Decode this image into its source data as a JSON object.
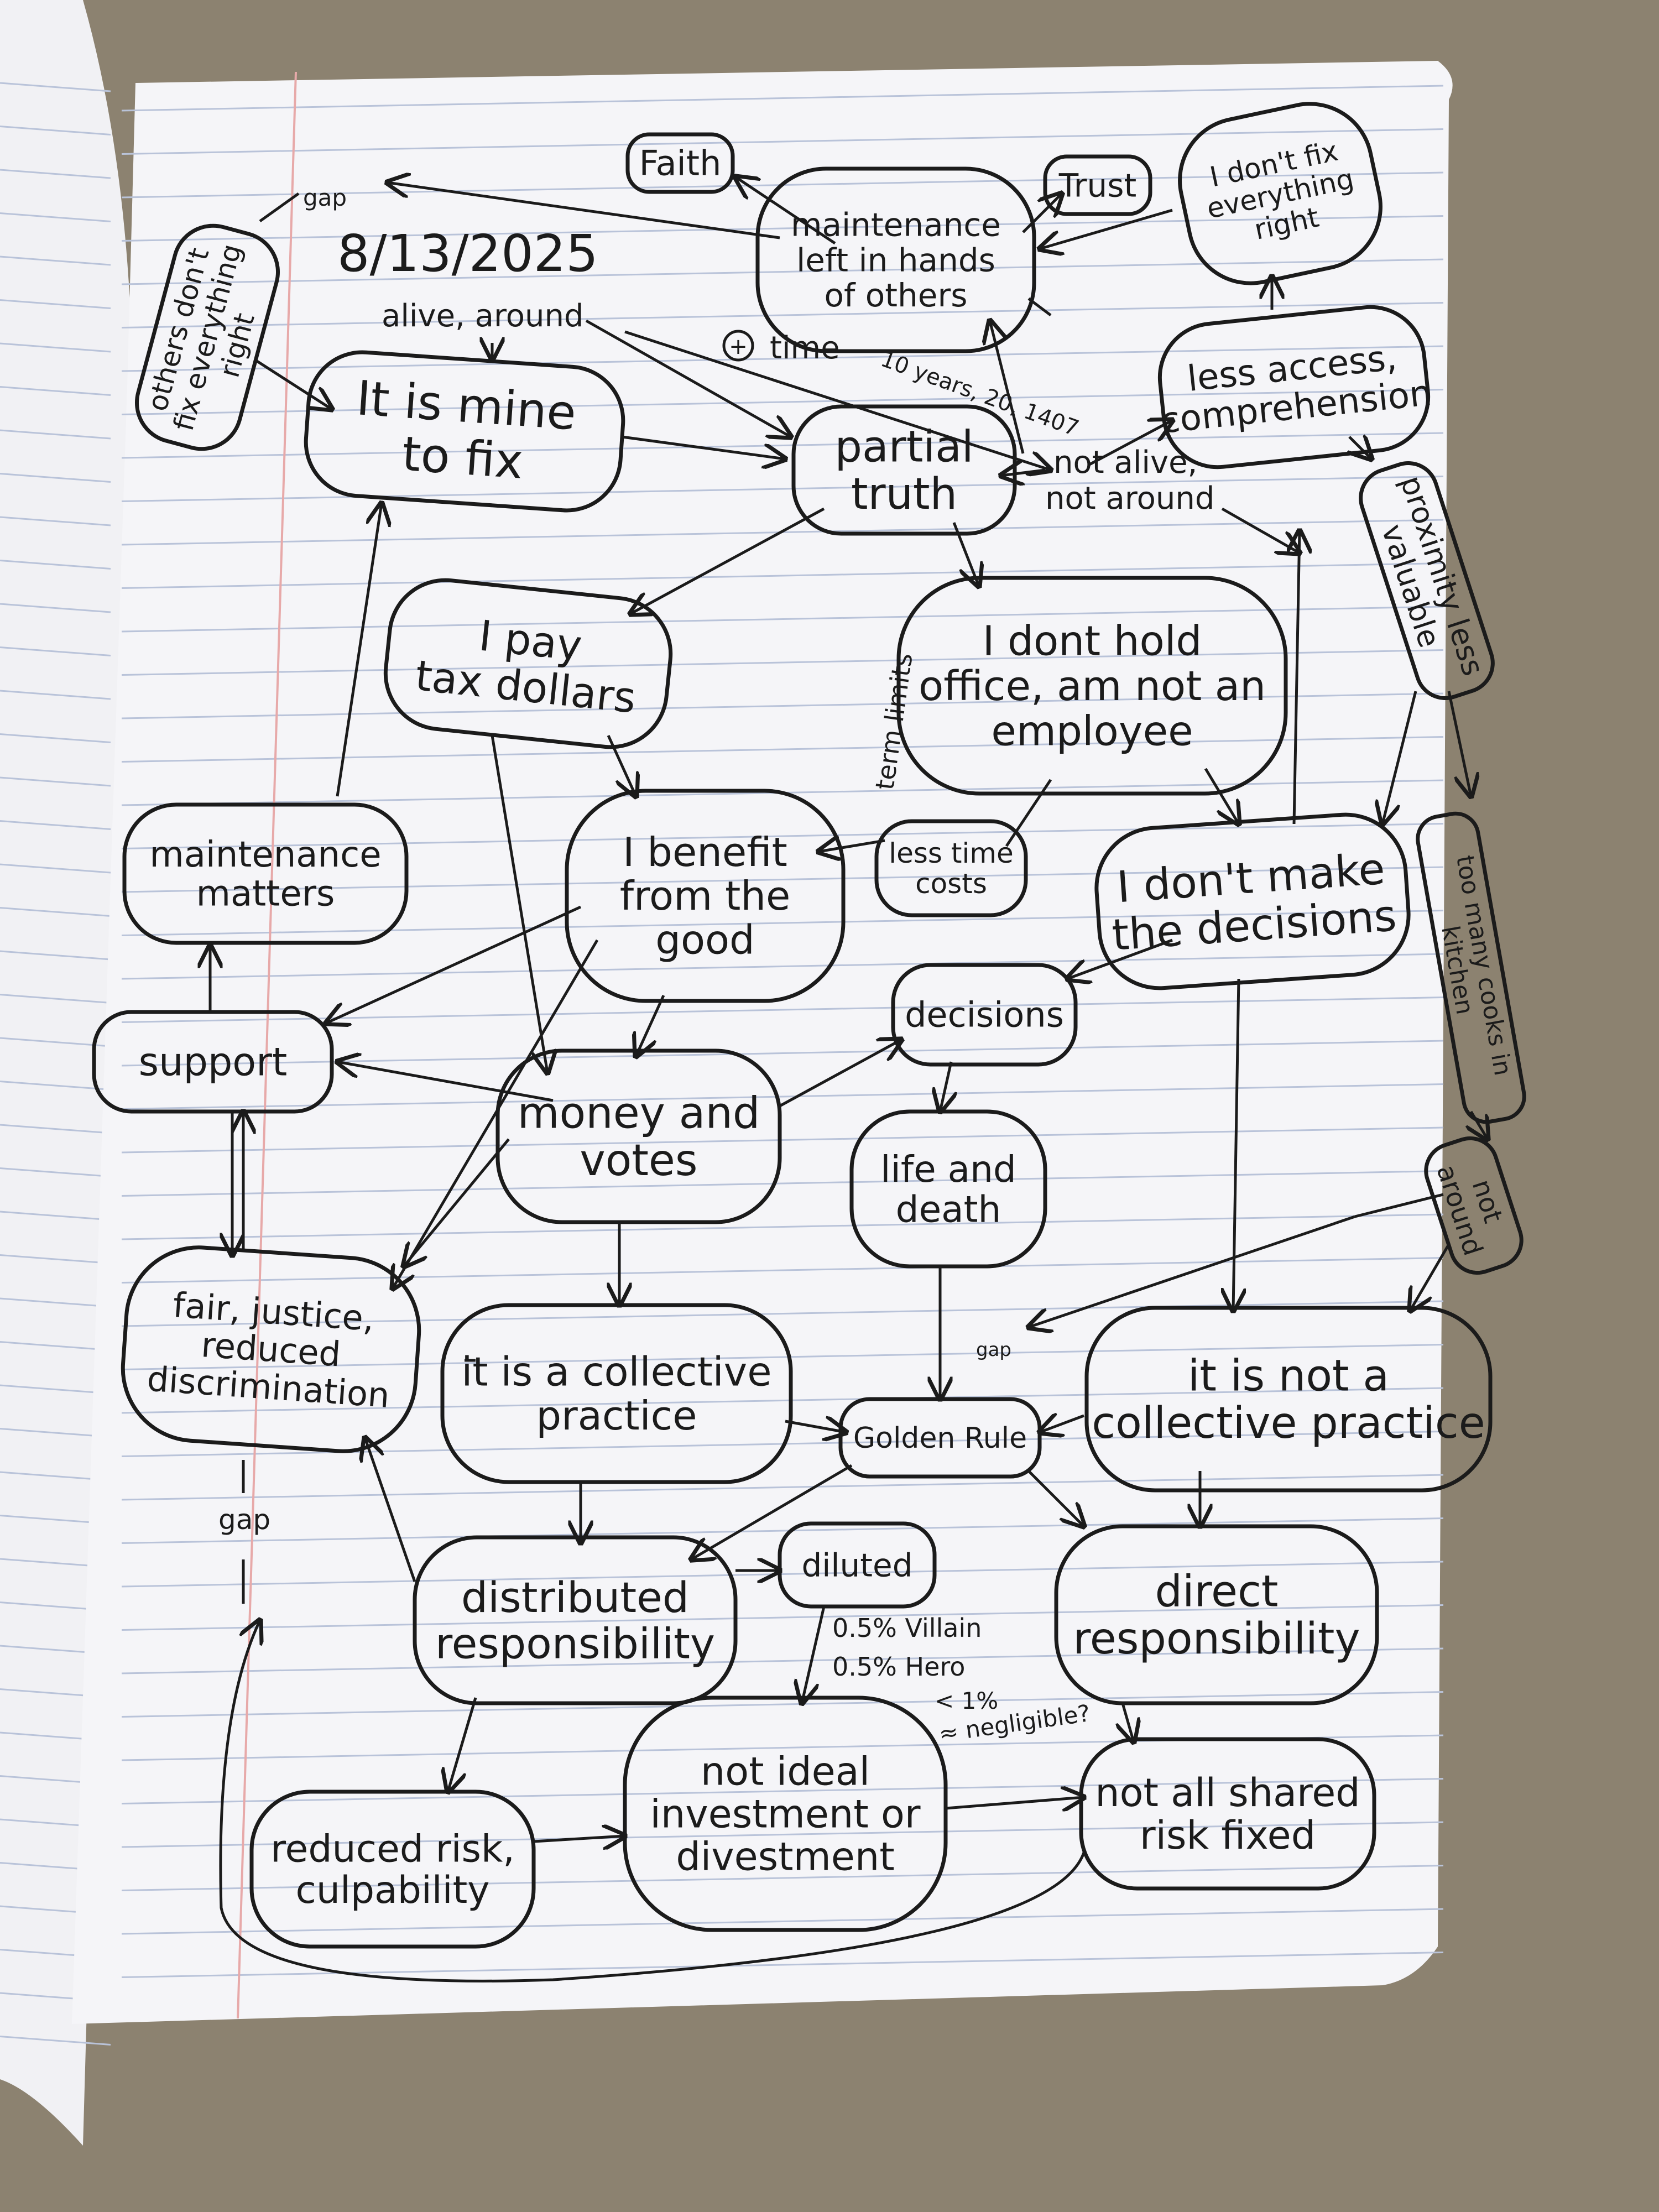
{
  "page": {
    "date": "8/13/2025"
  },
  "nodes": {
    "faith": [
      "Faith"
    ],
    "maintenance_left": [
      "maintenance",
      "left in hands",
      "of others"
    ],
    "trust": [
      "Trust"
    ],
    "i_dont_fix": [
      "I don't fix",
      "everything",
      "right"
    ],
    "others_dont_fix": [
      "others don't",
      "fix everything",
      "right"
    ],
    "mine_to_fix": [
      "It is mine",
      "to fix"
    ],
    "partial_truth": [
      "partial",
      "truth"
    ],
    "less_access": [
      "less access,",
      "comprehension"
    ],
    "proximity": [
      "proximity less",
      "valuable"
    ],
    "i_pay": [
      "I pay",
      "tax dollars"
    ],
    "i_dont_hold": [
      "I dont hold",
      "office, am not an",
      "employee"
    ],
    "maintenance_matters": [
      "maintenance",
      "matters"
    ],
    "i_benefit": [
      "I benefit",
      "from the",
      "good"
    ],
    "less_time": [
      "less time",
      "costs"
    ],
    "i_dont_make": [
      "I don't make",
      "the decisions"
    ],
    "too_many_cooks": [
      "too many cooks in",
      "kitchen"
    ],
    "support": [
      "support"
    ],
    "money_votes": [
      "money and",
      "votes"
    ],
    "decisions": [
      "decisions"
    ],
    "life_death": [
      "life and",
      "death"
    ],
    "not_around": [
      "not",
      "around"
    ],
    "fair_justice": [
      "fair, justice,",
      "reduced",
      "discrimination"
    ],
    "collective": [
      "it is a collective",
      "practice"
    ],
    "golden_rule": [
      "Golden Rule"
    ],
    "not_collective": [
      "it is not a",
      "collective practice"
    ],
    "distributed": [
      "distributed",
      "responsibility"
    ],
    "diluted": [
      "diluted"
    ],
    "direct": [
      "direct",
      "responsibility"
    ],
    "reduced_risk": [
      "reduced risk,",
      "culpability"
    ],
    "not_ideal": [
      "not ideal",
      "investment or",
      "divestment"
    ],
    "not_all_shared": [
      "not all shared",
      "risk fixed"
    ]
  },
  "labels": {
    "gap_top": "gap",
    "alive_around": "alive, around",
    "time": "time",
    "time_plus": "+",
    "years": "10 years, 20, 1407",
    "not_alive": [
      "not alive,",
      "not around"
    ],
    "term_limits": "term limits",
    "gap_mid": "gap",
    "gap_left": "gap",
    "villain_hero": [
      "0.5% Villain",
      "0.5% Hero",
      "< 1%",
      "≈ negligible?"
    ]
  },
  "colors": {
    "paper": "#f5f5f8",
    "ink": "#1b1b1b",
    "rule": "#b9c3d9",
    "margin": "#e7a9a9",
    "carpet": "#8c8270"
  }
}
